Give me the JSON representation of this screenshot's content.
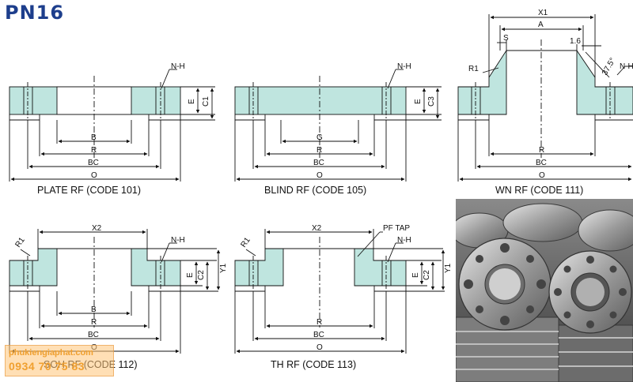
{
  "heading": "PN16",
  "colors": {
    "fill": "#bfe5df",
    "line": "#111111",
    "heading": "#1d3e8c",
    "watermark": "#f0a030"
  },
  "labels": {
    "nh": "N-H",
    "e": "E",
    "c1": "C1",
    "c2": "C2",
    "c3": "C3",
    "y1": "Y1",
    "b": "B",
    "r": "R",
    "bc": "BC",
    "o": "O",
    "g": "G",
    "x1": "X1",
    "x2": "X2",
    "a": "A",
    "s": "S",
    "r1": "R1",
    "v16": "1.6",
    "deg": "37.5°",
    "pftap": "PF TAP"
  },
  "captions": {
    "plate": "PLATE RF (CODE 101)",
    "blind": "BLIND RF (CODE 105)",
    "wn": "WN RF (CODE 111)",
    "soh": "SOH RF (CODE 112)",
    "th": "TH RF (CODE 113)"
  },
  "watermark": {
    "site": "phukiengiaphat.com",
    "phone": "0934 70 75 83"
  },
  "photo_icon": "stainless-flanges-photo"
}
